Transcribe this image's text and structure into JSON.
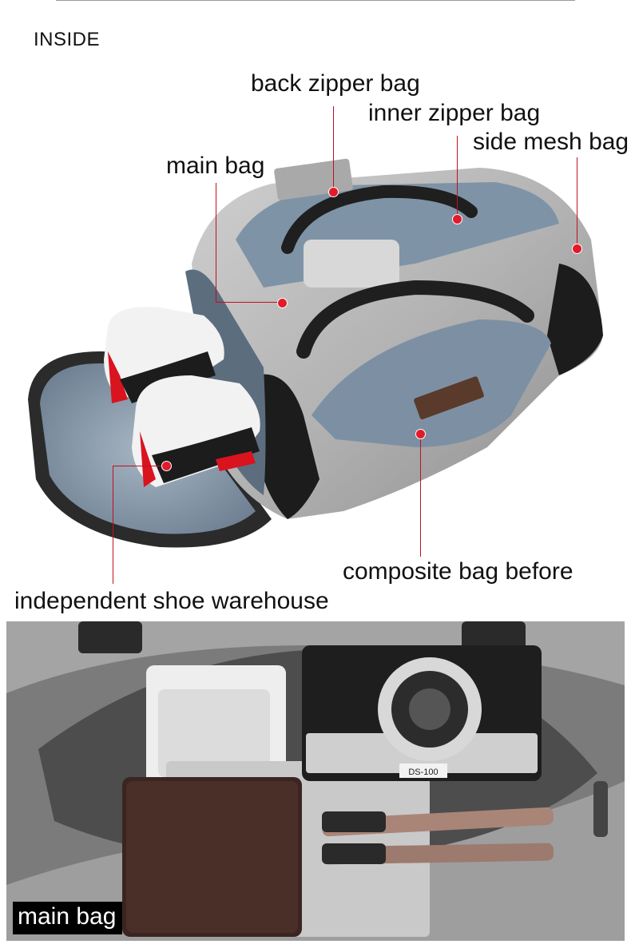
{
  "section_title": "INSIDE",
  "callouts": {
    "back_zipper_bag": "back zipper bag",
    "inner_zipper_bag": "inner zipper bag",
    "side_mesh_bag": "side mesh bag",
    "main_bag": "main bag",
    "composite_bag_before": "composite bag before",
    "independent_shoe_warehouse": "independent shoe warehouse"
  },
  "inside_photo": {
    "caption": "main bag",
    "camera_model": "DS-100"
  },
  "colors": {
    "accent_red": "#e11b2b",
    "bag_grey": "#b4b4b4",
    "lining_blue": "#8fa2b4",
    "trim_black": "#1c1c1c"
  }
}
